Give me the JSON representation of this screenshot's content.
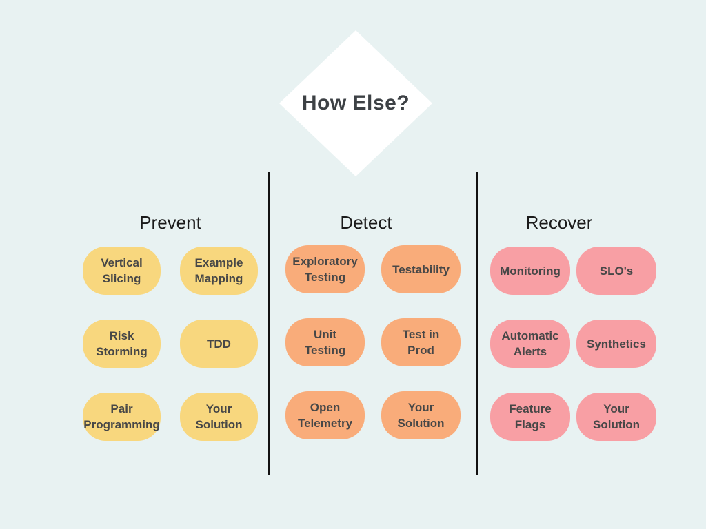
{
  "title": {
    "text": "How Else?"
  },
  "colors": {
    "background": "#e8f2f2",
    "diamond": "#ffffff",
    "divider": "#121212",
    "header_text": "#1b1b1b",
    "pill_text": "#474747",
    "prevent_pill": "#f8d77e",
    "detect_pill": "#f9ac7a",
    "recover_pill": "#f89fa4"
  },
  "columns": [
    {
      "label": "Prevent",
      "color": "#f8d77e",
      "items": [
        {
          "label": "Vertical\nSlicing"
        },
        {
          "label": "Example\nMapping"
        },
        {
          "label": "Risk\nStorming"
        },
        {
          "label": "TDD"
        },
        {
          "label": "Pair\nProgramming"
        },
        {
          "label": "Your\nSolution"
        }
      ]
    },
    {
      "label": "Detect",
      "color": "#f9ac7a",
      "items": [
        {
          "label": "Exploratory\nTesting"
        },
        {
          "label": "Testability"
        },
        {
          "label": "Unit\nTesting"
        },
        {
          "label": "Test in\nProd"
        },
        {
          "label": "Open\nTelemetry"
        },
        {
          "label": "Your\nSolution"
        }
      ]
    },
    {
      "label": "Recover",
      "color": "#f89fa4",
      "items": [
        {
          "label": "Monitoring"
        },
        {
          "label": "SLO's"
        },
        {
          "label": "Automatic\nAlerts"
        },
        {
          "label": "Synthetics"
        },
        {
          "label": "Feature\nFlags"
        },
        {
          "label": "Your\nSolution"
        }
      ]
    }
  ]
}
